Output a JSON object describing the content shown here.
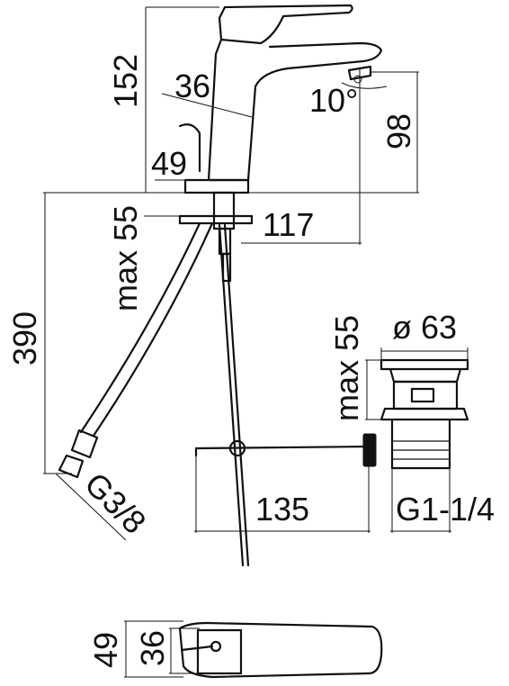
{
  "dimensions": {
    "height_total": "152",
    "spout_projection": "36",
    "spout_angle": "10°",
    "spout_height": "98",
    "base_diameter": "49",
    "deck_thickness": "max 55",
    "reach": "117",
    "hose_length": "390",
    "hose_thread": "G3/8",
    "waste_deck": "max 55",
    "waste_diameter": "ø 63",
    "waste_lever": "135",
    "waste_thread": "G1-1/4",
    "top_depth": "49",
    "top_width": "36"
  }
}
